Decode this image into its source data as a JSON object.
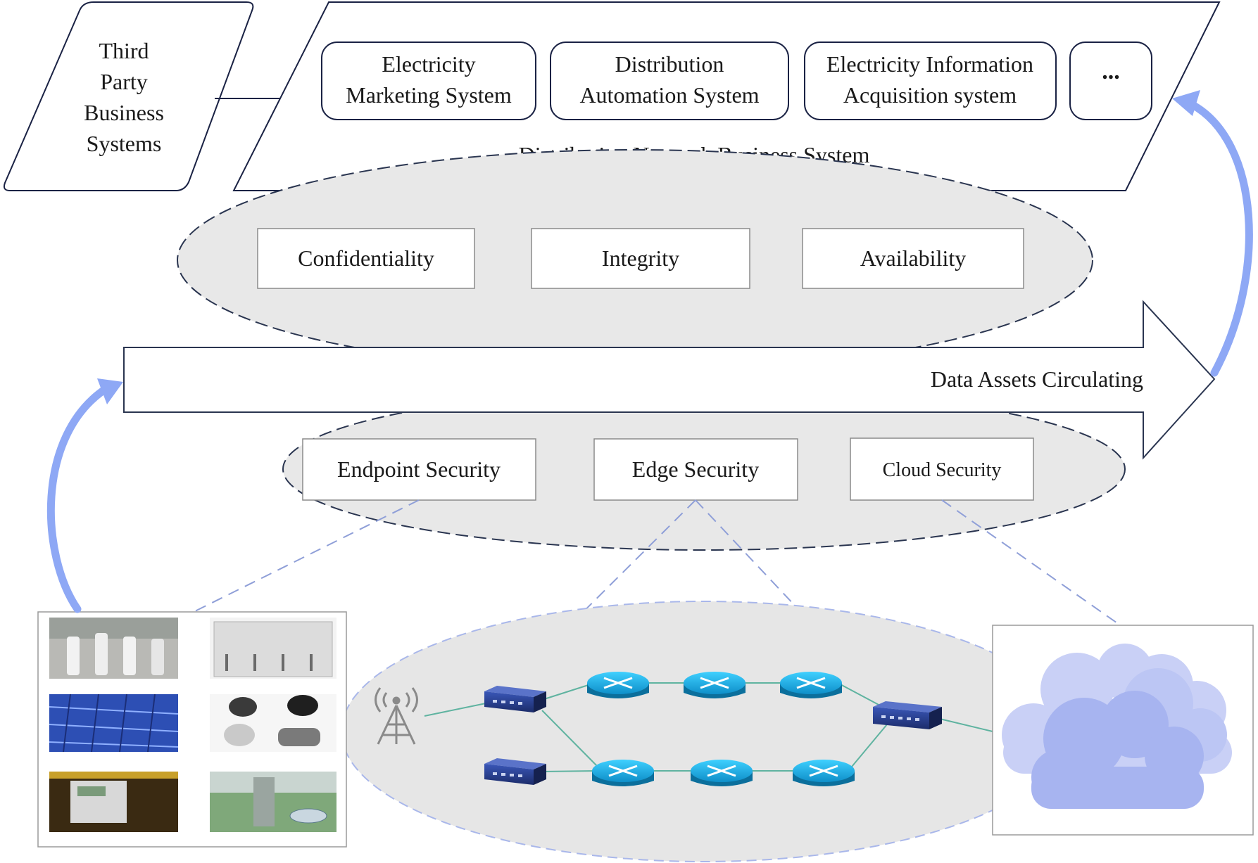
{
  "business_layer": {
    "third_party": [
      "Third",
      "Party",
      "Business",
      "Systems"
    ],
    "network_title": "Distribution Network Business System",
    "systems": [
      [
        "Electricity",
        "Marketing System"
      ],
      [
        "Distribution",
        "Automation System"
      ],
      [
        "Electricity Information",
        "Acquisition system"
      ],
      [
        "..."
      ]
    ]
  },
  "data_security": {
    "title": "Data Assets Security",
    "items": [
      "Confidentiality",
      "Integrity",
      "Availability"
    ]
  },
  "circulation": {
    "label": "Data Assets Circulating"
  },
  "infrastructure_security": {
    "items": [
      "Endpoint Security",
      "Edge Security",
      "Cloud Security"
    ]
  },
  "colors": {
    "ellipse_fill": "#e8e8e8",
    "ellipse_stroke": "#2a3550",
    "arrow_stroke": "#2a3550",
    "flow_arrow": "#8ea8f5",
    "device_blue": "#1aa9e0",
    "switch_blue": "#2b3f8f",
    "link_green": "#5fb3a0",
    "cloud_light": "#d6dcf8",
    "cloud_dark": "#a8b6f2"
  },
  "icons": [
    "antenna-tower-icon",
    "network-switch-icon",
    "router-icon",
    "cloud-icon"
  ]
}
